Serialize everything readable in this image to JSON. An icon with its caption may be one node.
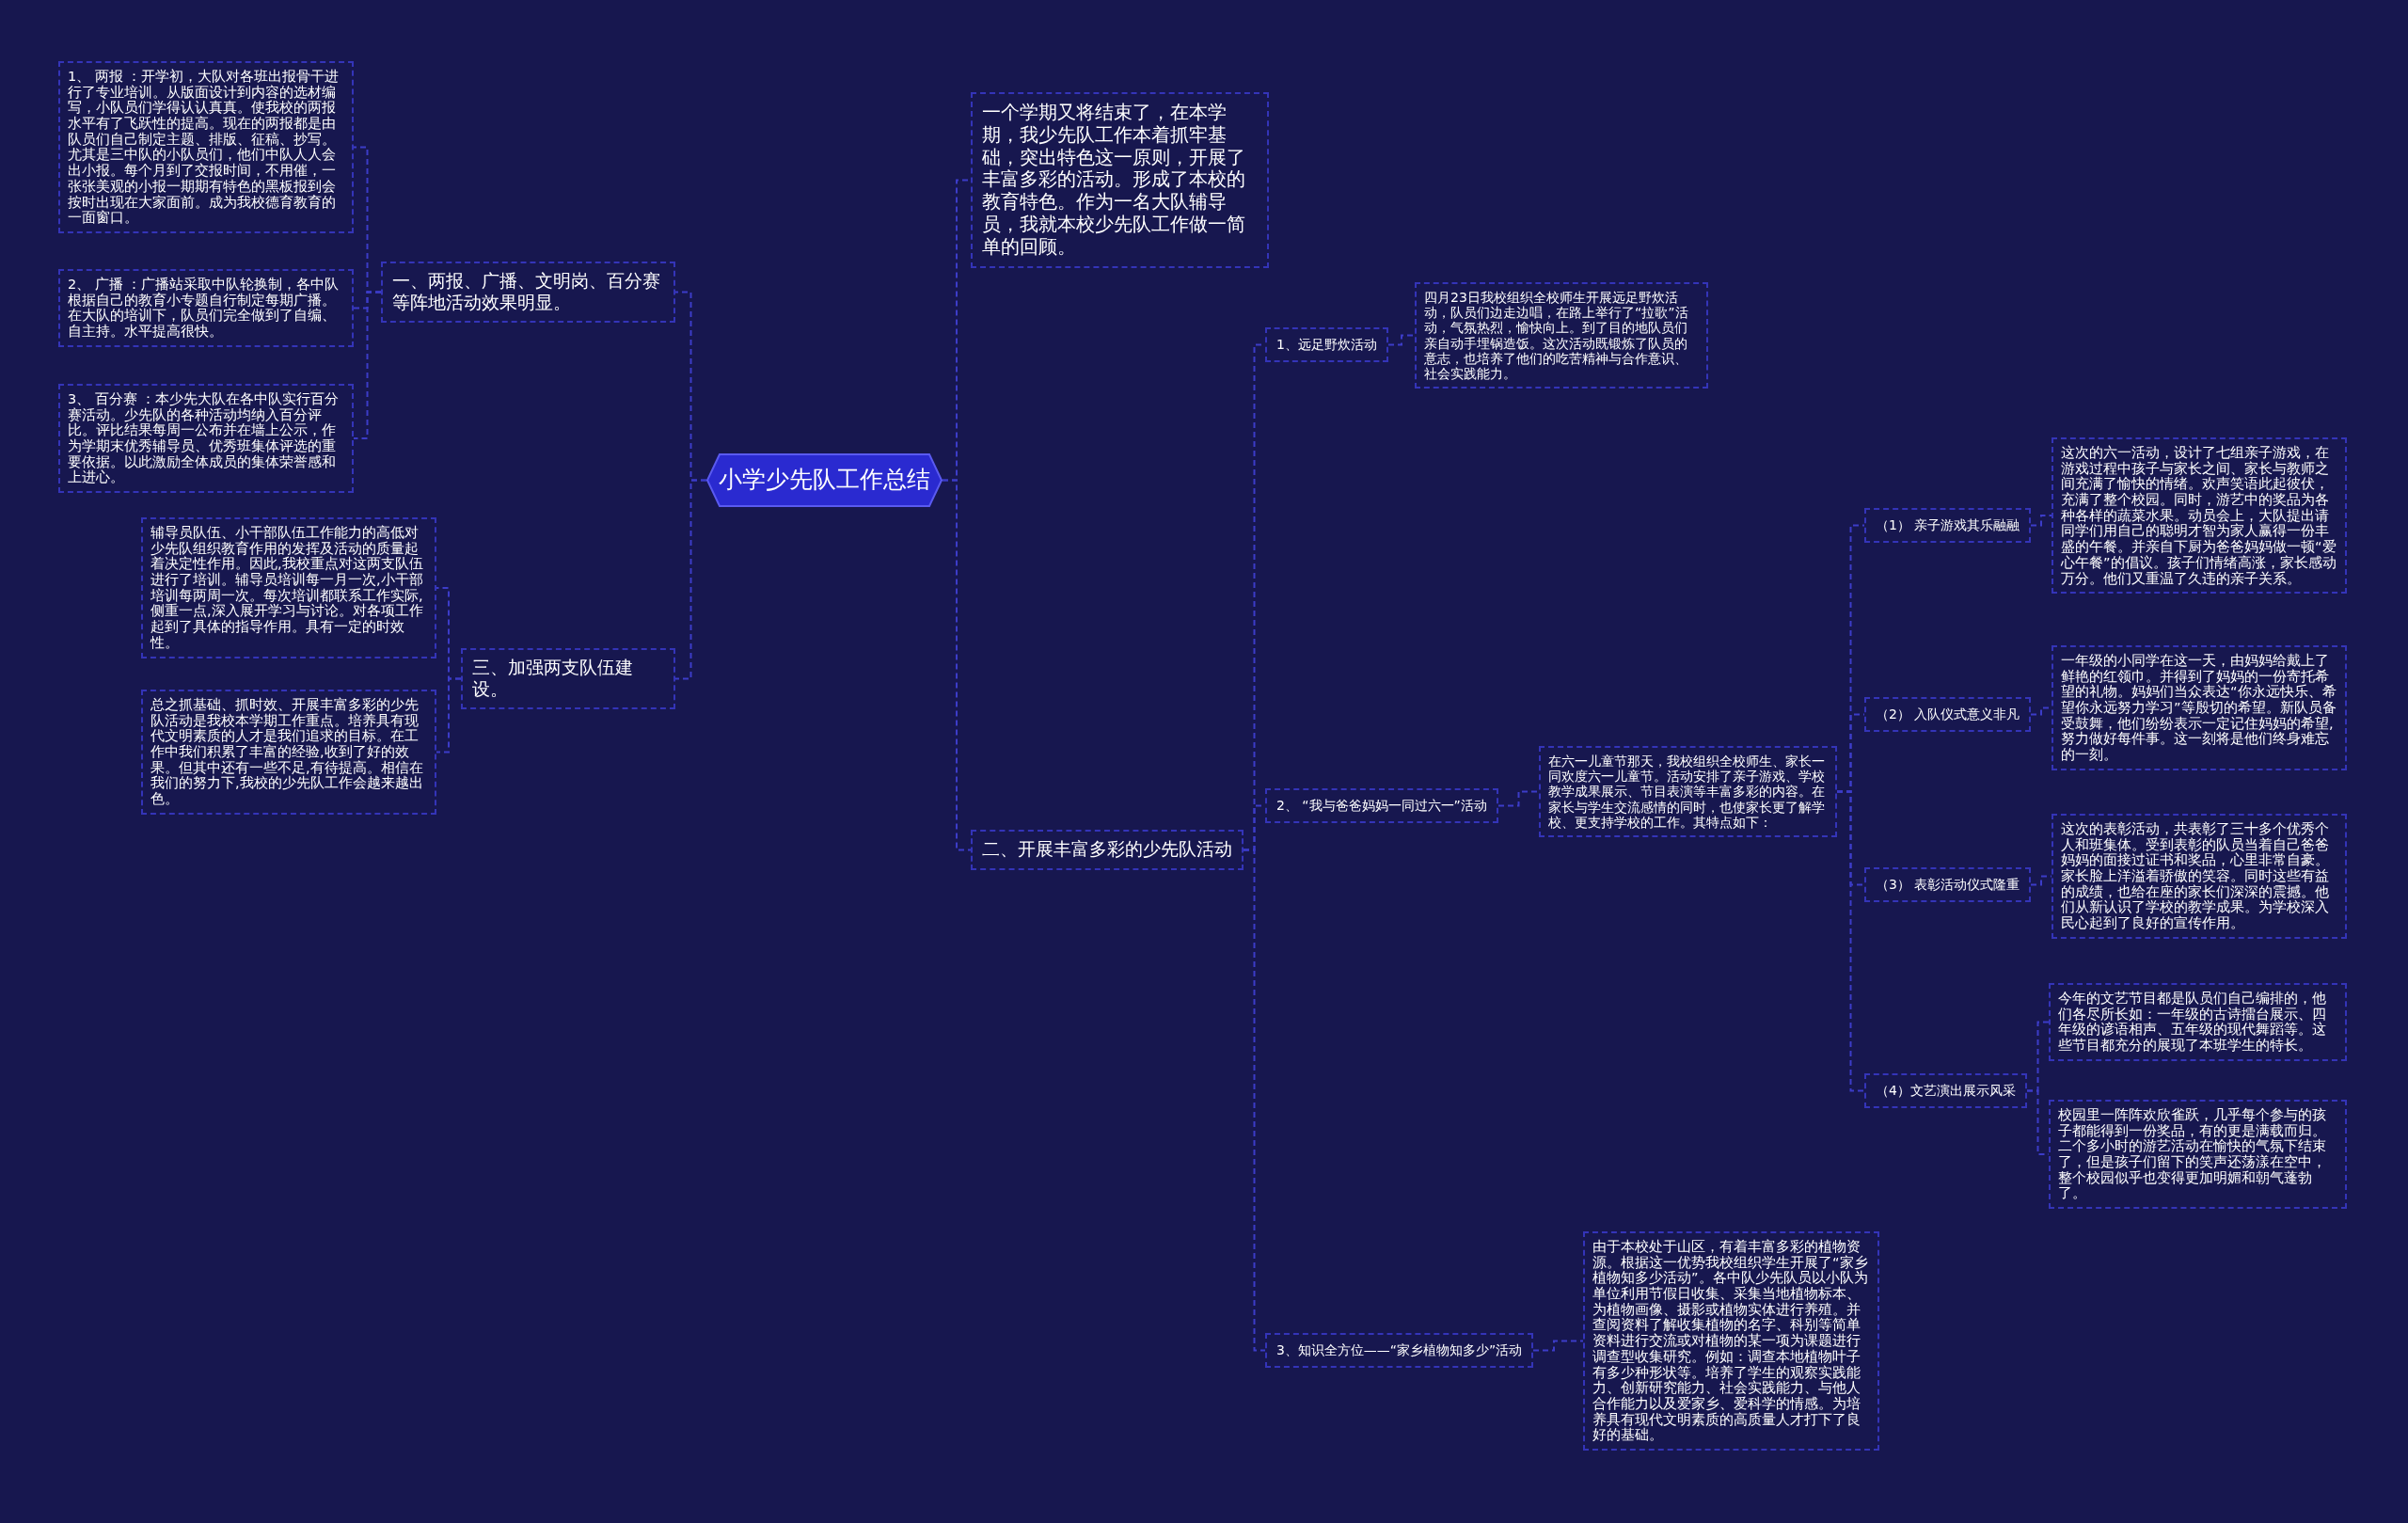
{
  "diagram": {
    "nodes": [
      {
        "text": [
          "小学少先队工作总结"
        ]
      },
      {
        "text": [
          "一个学期又将结束了，在本学期，我少先队工作本着抓牢基础，突出特色这一原则，开展了丰富多彩的活动。形成了本校的教育特色。作为一名大队辅导员，我就本校少先队工作做一简单的回顾。"
        ]
      },
      {
        "text": [
          "一、两报、广播、文明岗、百分赛等阵地活动效果明显。"
        ]
      },
      {
        "text": [
          "1、 两报 ：开学初，大队对各班出报骨干进行了专业培训。从版面设计到内容的选材编写，小队员们学得认认真真。使我校的两报水平有了飞跃性的提高。现在的两报都是由队员们自己制定主题、排版、征稿、抄写。尤其是三中队的小队员们，他们中队人人会出小报。每个月到了交报时间，不用催，一张张美观的小报一期期有特色的黑板报到会按时出现在大家面前。成为我校德育教育的一面窗口。"
        ]
      },
      {
        "text": [
          "2、 广播 ：广播站采取中队轮换制，各中队根据自己的教育小专题自行制定每期广播。在大队的培训下，队员们完全做到了自编、自主持。水平提高很快。"
        ]
      },
      {
        "text": [
          "3、 百分赛 ：本少先大队在各中队实行百分赛活动。少先队的各种活动均纳入百分评比。评比结果每周一公布并在墙上公示，作为学期末优秀辅导员、优秀班集体评选的重要依据。以此激励全体成员的集体荣誉感和上进心。"
        ]
      },
      {
        "text": [
          "三、加强两支队伍建设。"
        ]
      },
      {
        "text": [
          "辅导员队伍、小干部队伍工作能力的高低对少先队组织教育作用的发挥及活动的质量起着决定性作用。因此,我校重点对这两支队伍进行了培训。辅导员培训每一月一次,小干部培训每两周一次。每次培训都联系工作实际,侧重一点,深入展开学习与讨论。对各项工作起到了具体的指导作用。具有一定的时效性。"
        ]
      },
      {
        "text": [
          "总之抓基础、抓时效、开展丰富多彩的少先队活动是我校本学期工作重点。培养具有现代文明素质的人才是我们追求的目标。在工作中我们积累了丰富的经验,收到了好的效果。但其中还有一些不足,有待提高。相信在我们的努力下,我校的少先队工作会越来越出色。"
        ]
      },
      {
        "text": [
          "二、开展丰富多彩的少先队活动"
        ]
      },
      {
        "text": [
          "1、远足野炊活动"
        ]
      },
      {
        "text": [
          "四月23日我校组织全校师生开展远足野炊活动，队员们边走边唱，在路上举行了“拉歌”活动，气氛热烈，愉快向上。到了目的地队员们亲自动手埋锅造饭。这次活动既锻炼了队员的意志，也培养了他们的吃苦精神与合作意识、社会实践能力。"
        ]
      },
      {
        "text": [
          "2、 “我与爸爸妈妈一同过六一”活动"
        ]
      },
      {
        "text": [
          "在六一儿童节那天，我校组织全校师生、家长一同欢度六一儿童节。活动安排了亲子游戏、学校教学成果展示、节目表演等丰富多彩的内容。在家长与学生交流感情的同时，也使家长更了解学校、更支持学校的工作。其特点如下："
        ]
      },
      {
        "text": [
          "（1） 亲子游戏其乐融融"
        ]
      },
      {
        "text": [
          "这次的六一活动，设计了七组亲子游戏，在游戏过程中孩子与家长之间、家长与教师之间充满了愉快的情绪。欢声笑语此起彼伏，充满了整个校园。同时，游艺中的奖品为各种各样的蔬菜水果。动员会上，大队提出请同学们用自己的聪明才智为家人赢得一份丰盛的午餐。并亲自下厨为爸爸妈妈做一顿“爱心午餐”的倡议。孩子们情绪高涨，家长感动万分。他们又重温了久违的亲子关系。"
        ]
      },
      {
        "text": [
          "（2） 入队仪式意义非凡"
        ]
      },
      {
        "text": [
          "一年级的小同学在这一天，由妈妈给戴上了鲜艳的红领巾。并得到了妈妈的一份寄托希望的礼物。妈妈们当众表达“你永远快乐、希望你永远努力学习”等殷切的希望。新队员备受鼓舞，他们纷纷表示一定记住妈妈的希望,努力做好每件事。这一刻将是他们终身难忘的一刻。"
        ]
      },
      {
        "text": [
          "（3） 表彰活动仪式隆重"
        ]
      },
      {
        "text": [
          "这次的表彰活动，共表彰了三十多个优秀个人和班集体。受到表彰的队员当着自己爸爸妈妈的面接过证书和奖品，心里非常自豪。家长脸上洋溢着骄傲的笑容。同时这些有益的成绩，也给在座的家长们深深的震撼。他们从新认识了学校的教学成果。为学校深入民心起到了良好的宣传作用。"
        ]
      },
      {
        "text": [
          "（4）文艺演出展示风采"
        ]
      },
      {
        "text": [
          "今年的文艺节目都是队员们自己编排的，他们各尽所长如：一年级的古诗擂台展示、四年级的谚语相声、五年级的现代舞蹈等。这些节目都充分的展现了本班学生的特长。"
        ]
      },
      {
        "text": [
          "校园里一阵阵欢欣雀跃，几乎每个参与的孩子都能得到一份奖品，有的更是满载而归。二个多小时的游艺活动在愉快的气氛下结束了，但是孩子们留下的笑声还荡漾在空中，整个校园似乎也变得更加明媚和朝气蓬勃了。"
        ]
      },
      {
        "text": [
          "3、知识全方位——“家乡植物知多少”活动"
        ]
      },
      {
        "text": [
          "由于本校处于山区，有着丰富多彩的植物资源。根据这一优势我校组织学生开展了“家乡植物知多少活动”。各中队少先队员以小队为单位利用节假日收集、采集当地植物标本、为植物画像、摄影或植物实体进行养殖。并查阅资料了解收集植物的名字、科别等简单资料进行交流或对植物的某一项为课题进行调查型收集研究。例如：调查本地植物叶子有多少种形状等。培养了学生的观察实践能力、创新研究能力、社会实践能力、与他人合作能力以及爱家乡、爱科学的情感。为培养具有现代文明素质的高质量人才打下了良好的基础。"
        ]
      }
    ],
    "edges": [
      {
        "from": 0,
        "to": 1,
        "arrow": "none"
      },
      {
        "from": 0,
        "to": 2,
        "arrow": "none"
      },
      {
        "from": 0,
        "to": 6,
        "arrow": "none"
      },
      {
        "from": 0,
        "to": 9,
        "arrow": "none"
      },
      {
        "from": 2,
        "to": 3,
        "arrow": "none"
      },
      {
        "from": 2,
        "to": 4,
        "arrow": "none"
      },
      {
        "from": 2,
        "to": 5,
        "arrow": "none"
      },
      {
        "from": 6,
        "to": 7,
        "arrow": "none"
      },
      {
        "from": 6,
        "to": 8,
        "arrow": "none"
      },
      {
        "from": 9,
        "to": 10,
        "arrow": "none"
      },
      {
        "from": 9,
        "to": 12,
        "arrow": "none"
      },
      {
        "from": 9,
        "to": 23,
        "arrow": "none"
      },
      {
        "from": 10,
        "to": 11,
        "arrow": "none"
      },
      {
        "from": 12,
        "to": 13,
        "arrow": "none"
      },
      {
        "from": 13,
        "to": 14,
        "arrow": "none"
      },
      {
        "from": 13,
        "to": 16,
        "arrow": "none"
      },
      {
        "from": 13,
        "to": 18,
        "arrow": "none"
      },
      {
        "from": 13,
        "to": 20,
        "arrow": "none"
      },
      {
        "from": 14,
        "to": 15,
        "arrow": "none"
      },
      {
        "from": 16,
        "to": 17,
        "arrow": "none"
      },
      {
        "from": 18,
        "to": 19,
        "arrow": "none"
      },
      {
        "from": 20,
        "to": 21,
        "arrow": "none"
      },
      {
        "from": 20,
        "to": 22,
        "arrow": "none"
      },
      {
        "from": 23,
        "to": 24,
        "arrow": "none"
      }
    ]
  }
}
